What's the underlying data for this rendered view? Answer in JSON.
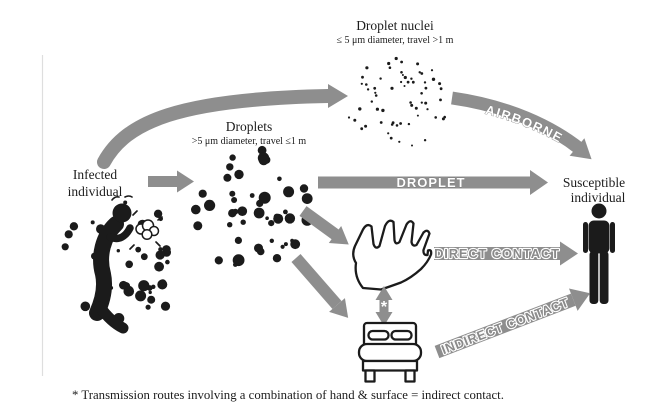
{
  "figure": {
    "droplet_nuclei": {
      "title": "Droplet nuclei",
      "subtitle": "≤ 5 μm diameter, travel >1 m"
    },
    "droplets": {
      "title": "Droplets",
      "subtitle": ">5 μm diameter, travel ≤1 m"
    },
    "infected": {
      "line1": "Infected",
      "line2": "individual"
    },
    "susceptible": {
      "line1": "Susceptible",
      "line2": "individual"
    },
    "routes": {
      "airborne": "AIRBORNE",
      "droplet": "DROPLET",
      "direct": "DIRECT CONTACT",
      "indirect": "INDIRECT CONTACT"
    },
    "asterisk": "*",
    "footnote": "* Transmission routes involving a combination of hand & surface = indirect contact.",
    "colors": {
      "arrow_gray": "#8e8e8e",
      "ink": "#1b1b1b",
      "label_white": "#ffffff",
      "rule_gray": "#dedede"
    },
    "icons": {
      "infected": "coughing-person-icon",
      "hand": "hand-icon",
      "bed": "bed-icon",
      "susceptible": "standing-person-icon"
    }
  }
}
